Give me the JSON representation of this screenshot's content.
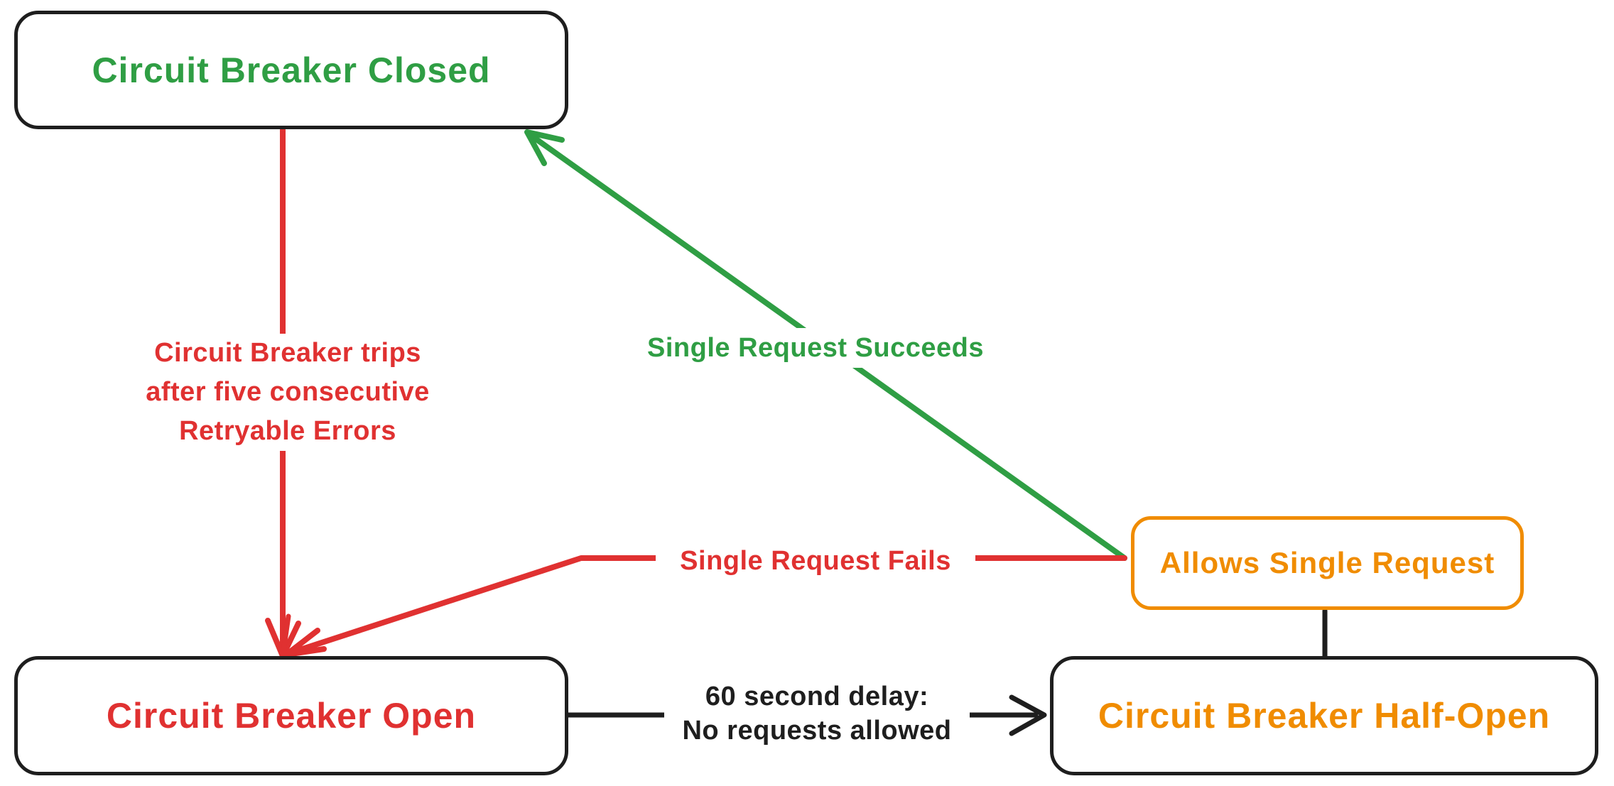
{
  "colors": {
    "background": "#ffffff",
    "black": "#1e1e1e",
    "red": "#e03131",
    "green": "#2f9e44",
    "orange": "#f08c00"
  },
  "nodes": {
    "closed": {
      "label": "Circuit Breaker Closed"
    },
    "open": {
      "label": "Circuit Breaker Open"
    },
    "half_open": {
      "label": "Circuit Breaker Half-Open"
    },
    "allows": {
      "label": "Allows Single Request"
    }
  },
  "edges": {
    "trips": {
      "from": "closed",
      "to": "open",
      "color": "#e03131",
      "lines": [
        "Circuit Breaker trips",
        "after five consecutive",
        "Retryable Errors"
      ]
    },
    "succeeds": {
      "from": "allows",
      "to": "closed",
      "color": "#2f9e44",
      "label": "Single Request Succeeds"
    },
    "fails": {
      "from": "allows",
      "to": "open",
      "color": "#e03131",
      "label": "Single Request Fails"
    },
    "delay": {
      "from": "open",
      "to": "half_open",
      "color": "#1e1e1e",
      "lines": [
        "60 second delay:",
        "No requests allowed"
      ]
    },
    "allows_to_half_open": {
      "from": "allows",
      "to": "half_open",
      "color": "#1e1e1e",
      "label": ""
    }
  }
}
